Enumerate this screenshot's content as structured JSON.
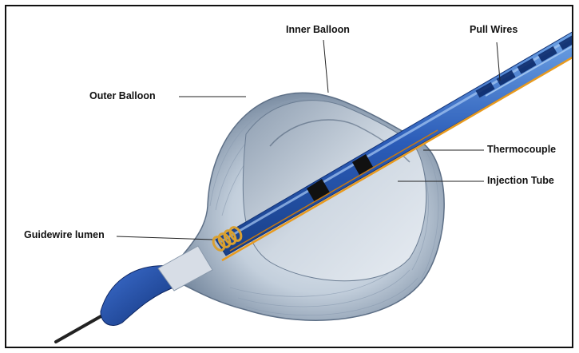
{
  "diagram": {
    "labels": {
      "inner_balloon": "Inner Balloon",
      "pull_wires": "Pull Wires",
      "outer_balloon": "Outer Balloon",
      "thermocouple": "Thermocouple",
      "injection_tube": "Injection Tube",
      "guidewire_lumen": "Guidewire lumen"
    },
    "colors": {
      "catheter_blue": "#1f4fa8",
      "catheter_light": "#6a9ee0",
      "balloon_silver": "#c9d3df",
      "balloon_shadow": "#6d8199",
      "wire_orange": "#e89a1e",
      "coil_gold": "#d9a030",
      "leader_line": "#222222"
    }
  }
}
